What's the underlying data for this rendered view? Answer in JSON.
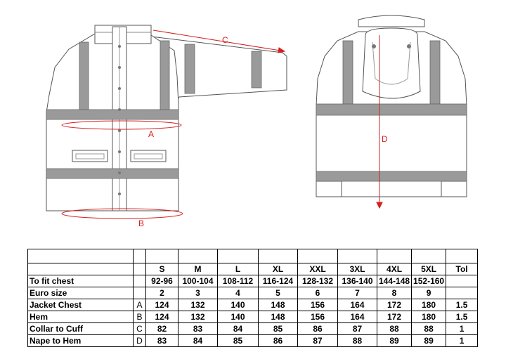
{
  "measure_labels": {
    "a": "A",
    "b": "B",
    "c": "C",
    "d": "D"
  },
  "colors": {
    "measure": "#d42020",
    "tape": "#9a9a9a",
    "outline": "#555555"
  },
  "size_table": {
    "sizes": [
      "S",
      "M",
      "L",
      "XL",
      "XXL",
      "3XL",
      "4XL",
      "5XL"
    ],
    "tol_header": "Tol",
    "rows": [
      {
        "label": "To fit chest",
        "key": "",
        "values": [
          "92-96",
          "100-104",
          "108-112",
          "116-124",
          "128-132",
          "136-140",
          "144-148",
          "152-160"
        ],
        "tol": ""
      },
      {
        "label": "Euro size",
        "key": "",
        "values": [
          "2",
          "3",
          "4",
          "5",
          "6",
          "7",
          "8",
          "9"
        ],
        "tol": ""
      },
      {
        "label": "Jacket Chest",
        "key": "A",
        "values": [
          "124",
          "132",
          "140",
          "148",
          "156",
          "164",
          "172",
          "180"
        ],
        "tol": "1.5"
      },
      {
        "label": "Hem",
        "key": "B",
        "values": [
          "124",
          "132",
          "140",
          "148",
          "156",
          "164",
          "172",
          "180"
        ],
        "tol": "1.5"
      },
      {
        "label": "Collar to Cuff",
        "key": "C",
        "values": [
          "82",
          "83",
          "84",
          "85",
          "86",
          "87",
          "88",
          "88"
        ],
        "tol": "1"
      },
      {
        "label": "Nape to Hem",
        "key": "D",
        "values": [
          "83",
          "84",
          "85",
          "86",
          "87",
          "88",
          "89",
          "89"
        ],
        "tol": "1"
      }
    ]
  }
}
